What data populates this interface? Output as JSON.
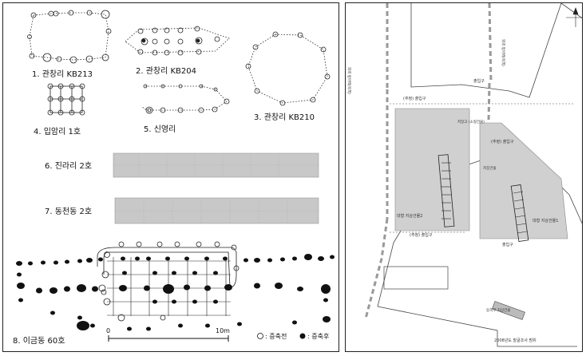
{
  "left_panel": {
    "figures": [
      {
        "label": "1. 관창리 KB213"
      },
      {
        "label": "2. 관창리 KB204"
      },
      {
        "label": "3. 관창리 KB210"
      },
      {
        "label": "4. 입암리 1호"
      },
      {
        "label": "5. 신영리"
      },
      {
        "label": "6. 진라리 2호"
      },
      {
        "label": "7. 동천동 2호"
      },
      {
        "label": "8. 이금동 60호"
      }
    ],
    "scale": {
      "start": "0",
      "end": "10m"
    },
    "legend": {
      "open_label": ": 증축전",
      "filled_label": ": 증축후"
    }
  },
  "right_panel": {
    "labels": {
      "top_left_vertical": "외곽 방어벽(목책)",
      "top_right_vertical": "외곽 방어벽(목책)",
      "entrance_top": "출입구",
      "entrance_inner_left": "(추정) 출입구",
      "entrance_inner_right": "(추정) 출입구",
      "inner_tag_left": "저장고 (소형건물)",
      "inner_tag_right": "저장건물",
      "building_2": "대형 지상건물2",
      "building_1": "대형 지상건물1",
      "entrance_bottom_left": "(추정) 출입구",
      "entrance_bottom_right": "출입구",
      "small_building": "동쪽부 지상건물",
      "survey_range": "2008년도 발굴조사 범위"
    }
  }
}
